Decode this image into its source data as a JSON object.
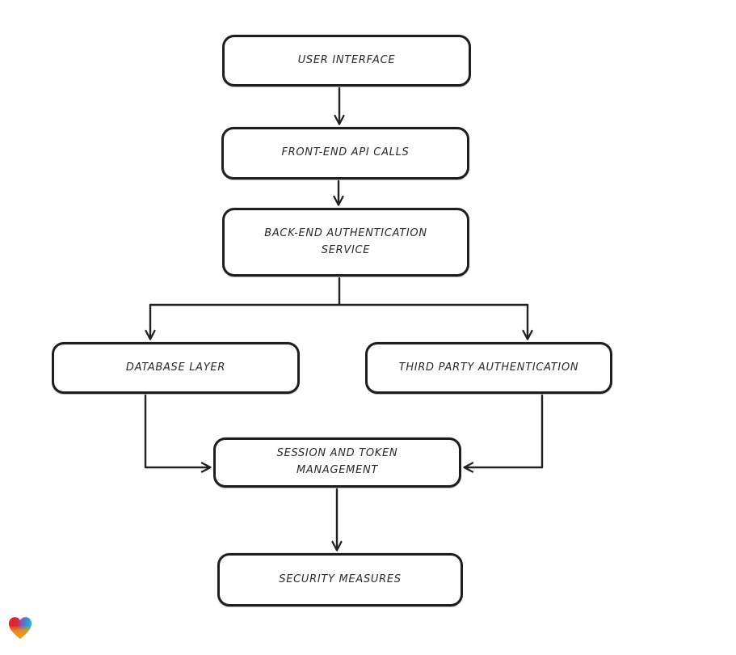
{
  "diagram": {
    "title": "",
    "type_hint": "flowchart",
    "colors": {
      "background": "#ffffff",
      "node_fill": "#ffffff",
      "node_border": "#1e1e1e",
      "edge_stroke": "#222222",
      "text": "#2a2a2a",
      "logo_red": "#e32126",
      "logo_purple": "#8e56b8",
      "logo_blue": "#2f8fd8",
      "logo_teal": "#31b5c9",
      "logo_orange": "#f49a0a"
    },
    "nodes": [
      {
        "id": "user-interface",
        "label": "USER INTERFACE"
      },
      {
        "id": "front-end-api-calls",
        "label": "FRONT-END API CALLS"
      },
      {
        "id": "back-end-authentication-service",
        "label": "BACK-END AUTHENTICATION SERVICE"
      },
      {
        "id": "database-layer",
        "label": "DATABASE LAYER"
      },
      {
        "id": "third-party-authentication",
        "label": "THIRD PARTY AUTHENTICATION"
      },
      {
        "id": "session-and-token-management",
        "label": "SESSION AND TOKEN MANAGEMENT"
      },
      {
        "id": "security-measures",
        "label": "SECURITY MEASURES"
      }
    ],
    "edges": [
      {
        "from": "user-interface",
        "to": "front-end-api-calls",
        "style": "arrow-down"
      },
      {
        "from": "front-end-api-calls",
        "to": "back-end-authentication-service",
        "style": "arrow-down"
      },
      {
        "from": "back-end-authentication-service",
        "to": "database-layer",
        "style": "branch-left-arrow-down"
      },
      {
        "from": "back-end-authentication-service",
        "to": "third-party-authentication",
        "style": "branch-right-arrow-down"
      },
      {
        "from": "database-layer",
        "to": "session-and-token-management",
        "style": "elbow-arrow-right"
      },
      {
        "from": "third-party-authentication",
        "to": "session-and-token-management",
        "style": "elbow-arrow-left"
      },
      {
        "from": "session-and-token-management",
        "to": "security-measures",
        "style": "arrow-down"
      }
    ],
    "logo": {
      "name": "gradient-heart"
    }
  }
}
